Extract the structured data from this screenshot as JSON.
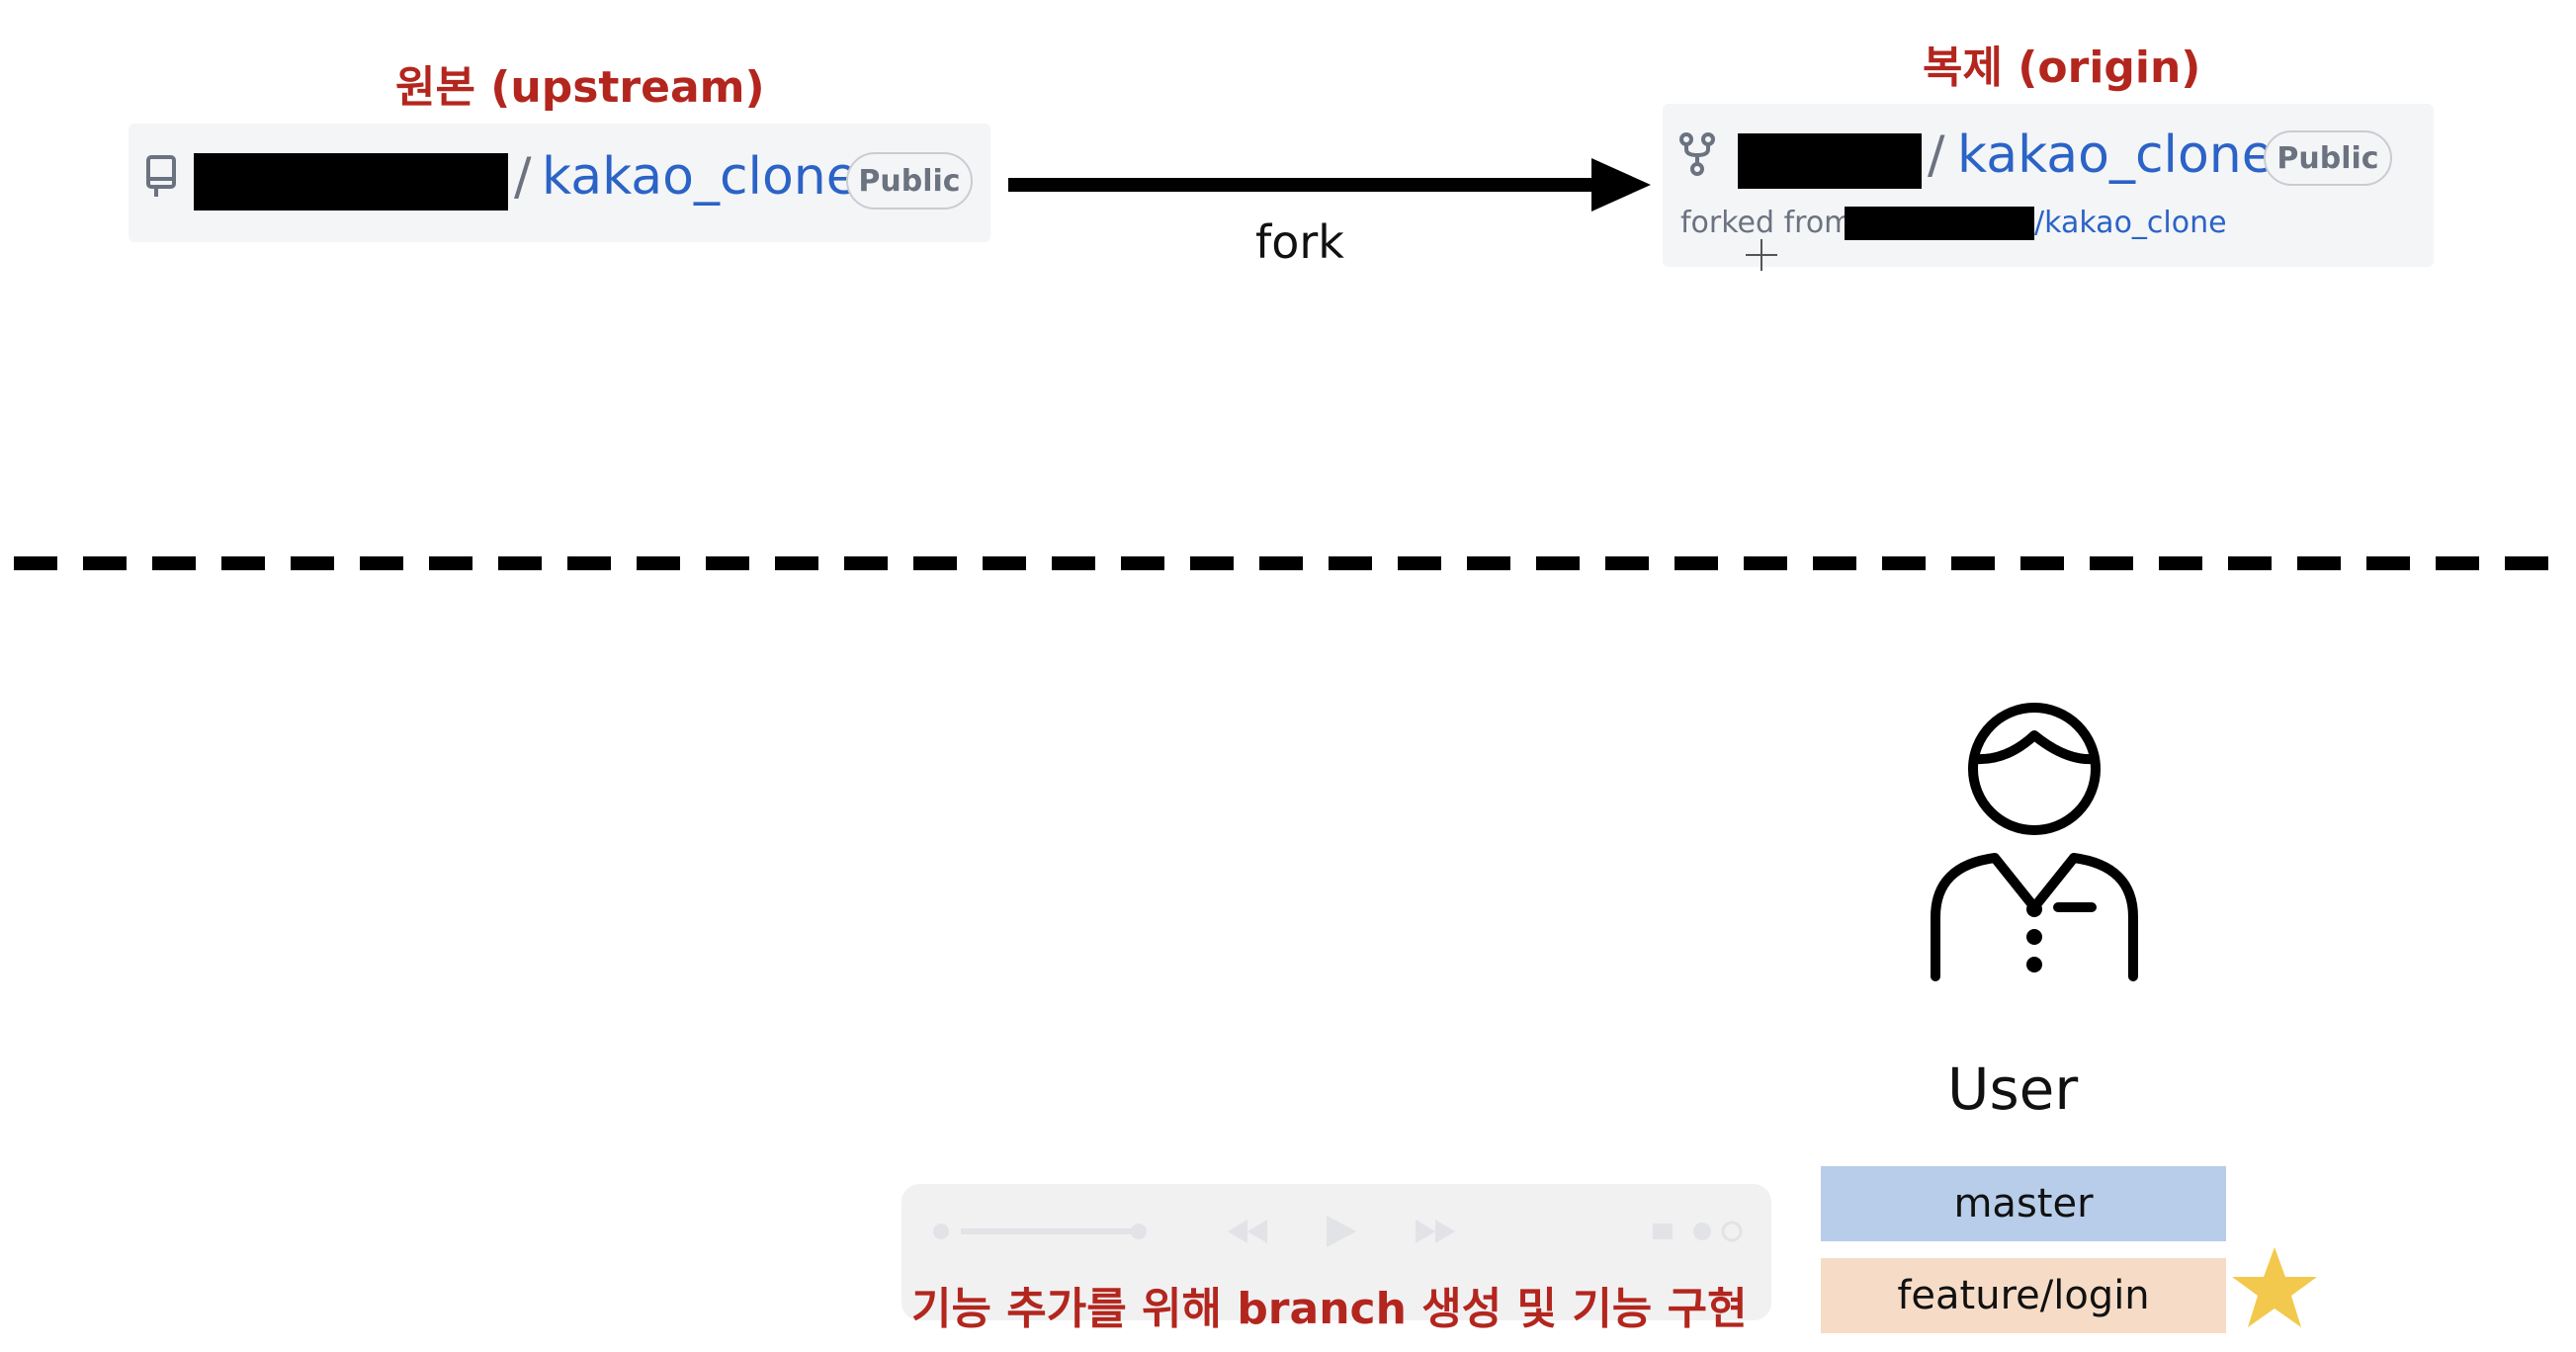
{
  "upstream": {
    "heading": "원본 (upstream)",
    "separator": "/",
    "repo": "kakao_clone",
    "visibility": "Public"
  },
  "arrow_label": "fork",
  "origin": {
    "heading": "복제 (origin)",
    "separator": "/",
    "repo": "kakao_clone",
    "visibility": "Public",
    "forked_from_prefix": "forked from",
    "forked_from_repo": "/kakao_clone"
  },
  "user": {
    "label": "User"
  },
  "branches": [
    {
      "name": "master",
      "color": "#b7cde9"
    },
    {
      "name": "feature/login",
      "color": "#f6dcc6"
    }
  ],
  "caption": "기능 추가를 위해 branch 생성 및 기능 구현",
  "colors": {
    "heading_red": "#b3261e",
    "link_blue": "#2b63c6",
    "star": "#f2c94c"
  }
}
